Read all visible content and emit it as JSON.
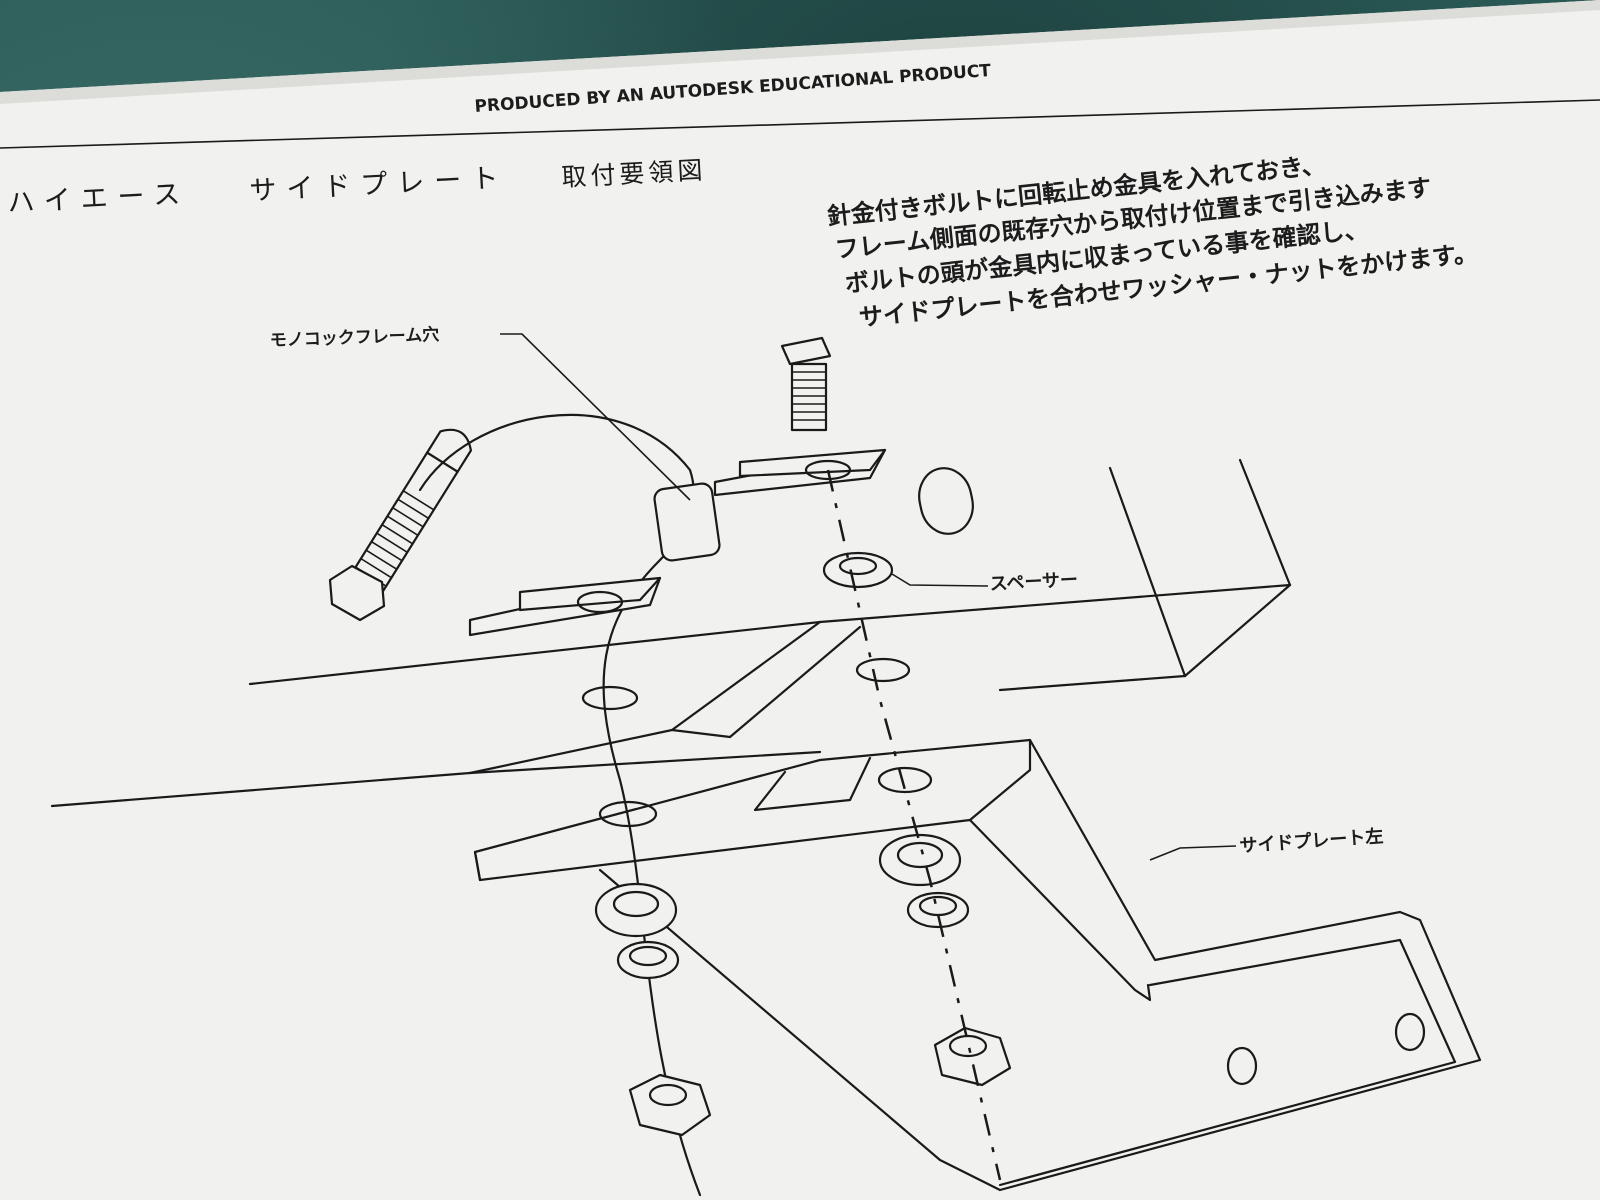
{
  "document": {
    "header_notice": "PRODUCED BY AN AUTODESK EDUCATIONAL PRODUCT",
    "title": {
      "model": "ハイエース",
      "part": "サイドプレート",
      "subject": "取付要領図"
    },
    "instructions": [
      "針金付きボルトに回転止め金具を入れておき、",
      "フレーム側面の既存穴から取付け位置まで引き込みます",
      "ボルトの頭が金具内に収まっている事を確認し、",
      "サイドプレートを合わせワッシャー・ナットをかけます。"
    ],
    "callouts": {
      "frame_hole": "モノコックフレーム穴",
      "spacer": "スペーサー",
      "side_plate": "サイドプレート左"
    }
  },
  "colors": {
    "paper": "#f1f1ef",
    "ink": "#1a1a1a",
    "background": "#2a5955"
  }
}
